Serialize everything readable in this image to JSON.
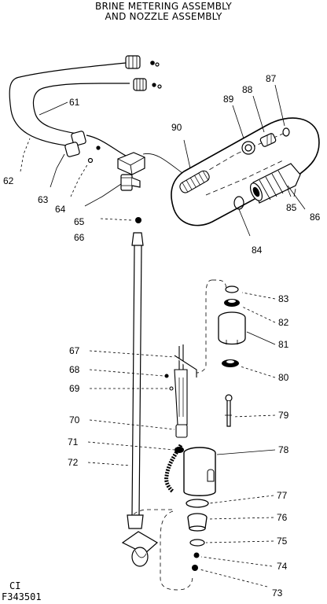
{
  "header": {
    "title_line1": "BRINE METERING ASSEMBLY",
    "title_line2": "AND NOZZLE ASSEMBLY"
  },
  "footer": {
    "code_line1": "CI",
    "code_line2": "F343501"
  },
  "callouts": {
    "c61": "61",
    "c62": "62",
    "c63": "63",
    "c64": "64",
    "c65": "65",
    "c66": "66",
    "c67": "67",
    "c68": "68",
    "c69": "69",
    "c70": "70",
    "c71": "71",
    "c72": "72",
    "c73": "73",
    "c74": "74",
    "c75": "75",
    "c76": "76",
    "c77": "77",
    "c78": "78",
    "c79": "79",
    "c80": "80",
    "c81": "81",
    "c82": "82",
    "c83": "83",
    "c84": "84",
    "c85": "85",
    "c86": "86",
    "c87": "87",
    "c88": "88",
    "c89": "89",
    "c90": "90"
  }
}
